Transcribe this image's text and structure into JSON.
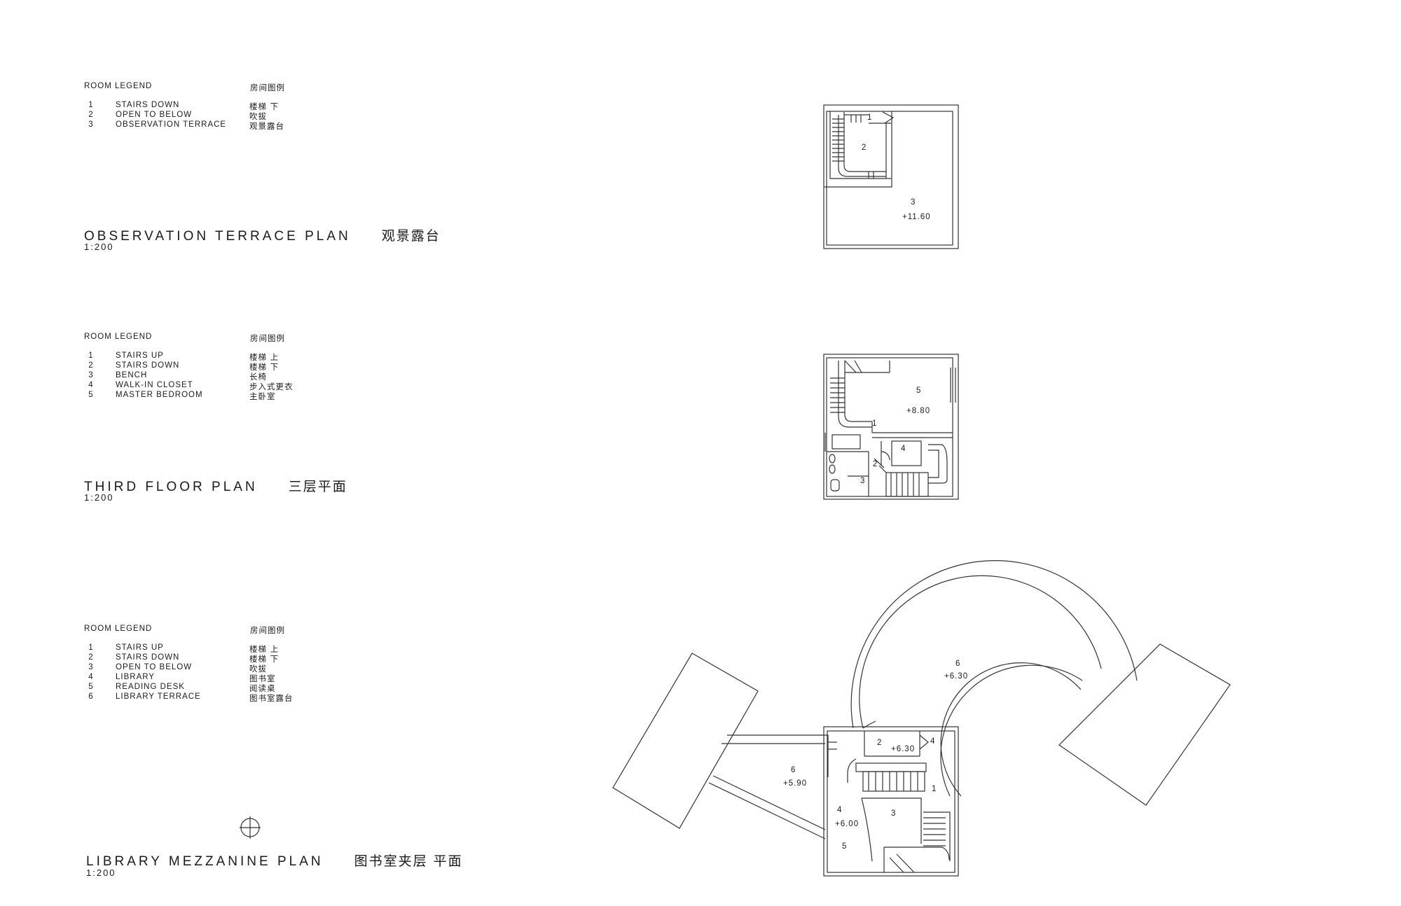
{
  "plans": [
    {
      "legend_header": "ROOM LEGEND",
      "legend_header_zh": "房间图例",
      "items": [
        {
          "n": "1",
          "en": "STAIRS DOWN",
          "zh": "楼梯 下"
        },
        {
          "n": "2",
          "en": "OPEN TO BELOW",
          "zh": "吹拔"
        },
        {
          "n": "3",
          "en": "OBSERVATION TERRACE",
          "zh": "观景露台"
        }
      ],
      "title": "OBSERVATION TERRACE PLAN",
      "title_zh": "观景露台",
      "scale": "1:200",
      "labels": [
        "1",
        "2",
        "3",
        "+11.60"
      ]
    },
    {
      "legend_header": "ROOM LEGEND",
      "legend_header_zh": "房间图例",
      "items": [
        {
          "n": "1",
          "en": "STAIRS UP",
          "zh": "楼梯 上"
        },
        {
          "n": "2",
          "en": "STAIRS DOWN",
          "zh": "楼梯 下"
        },
        {
          "n": "3",
          "en": "BENCH",
          "zh": "长椅"
        },
        {
          "n": "4",
          "en": "WALK-IN CLOSET",
          "zh": "步入式更衣"
        },
        {
          "n": "5",
          "en": "MASTER BEDROOM",
          "zh": "主卧室"
        }
      ],
      "title": "THIRD FLOOR PLAN",
      "title_zh": "三层平面",
      "scale": "1:200",
      "labels": [
        "5",
        "+8.80",
        "1",
        "4",
        "2",
        "3"
      ]
    },
    {
      "legend_header": "ROOM LEGEND",
      "legend_header_zh": "房间图例",
      "items": [
        {
          "n": "1",
          "en": "STAIRS UP",
          "zh": "楼梯 上"
        },
        {
          "n": "2",
          "en": "STAIRS DOWN",
          "zh": "楼梯 下"
        },
        {
          "n": "3",
          "en": "OPEN TO BELOW",
          "zh": "吹拔"
        },
        {
          "n": "4",
          "en": "LIBRARY",
          "zh": "图书室"
        },
        {
          "n": "5",
          "en": "READING DESK",
          "zh": "阅读桌"
        },
        {
          "n": "6",
          "en": "LIBRARY TERRACE",
          "zh": "图书室露台"
        }
      ],
      "title": "LIBRARY MEZZANINE PLAN",
      "title_zh": "图书室夹层 平面",
      "scale": "1:200",
      "labels": [
        "6",
        "+6.30",
        "2",
        "+6.30",
        "4",
        "6",
        "+5.90",
        "1",
        "4",
        "+6.00",
        "3",
        "5"
      ]
    }
  ]
}
